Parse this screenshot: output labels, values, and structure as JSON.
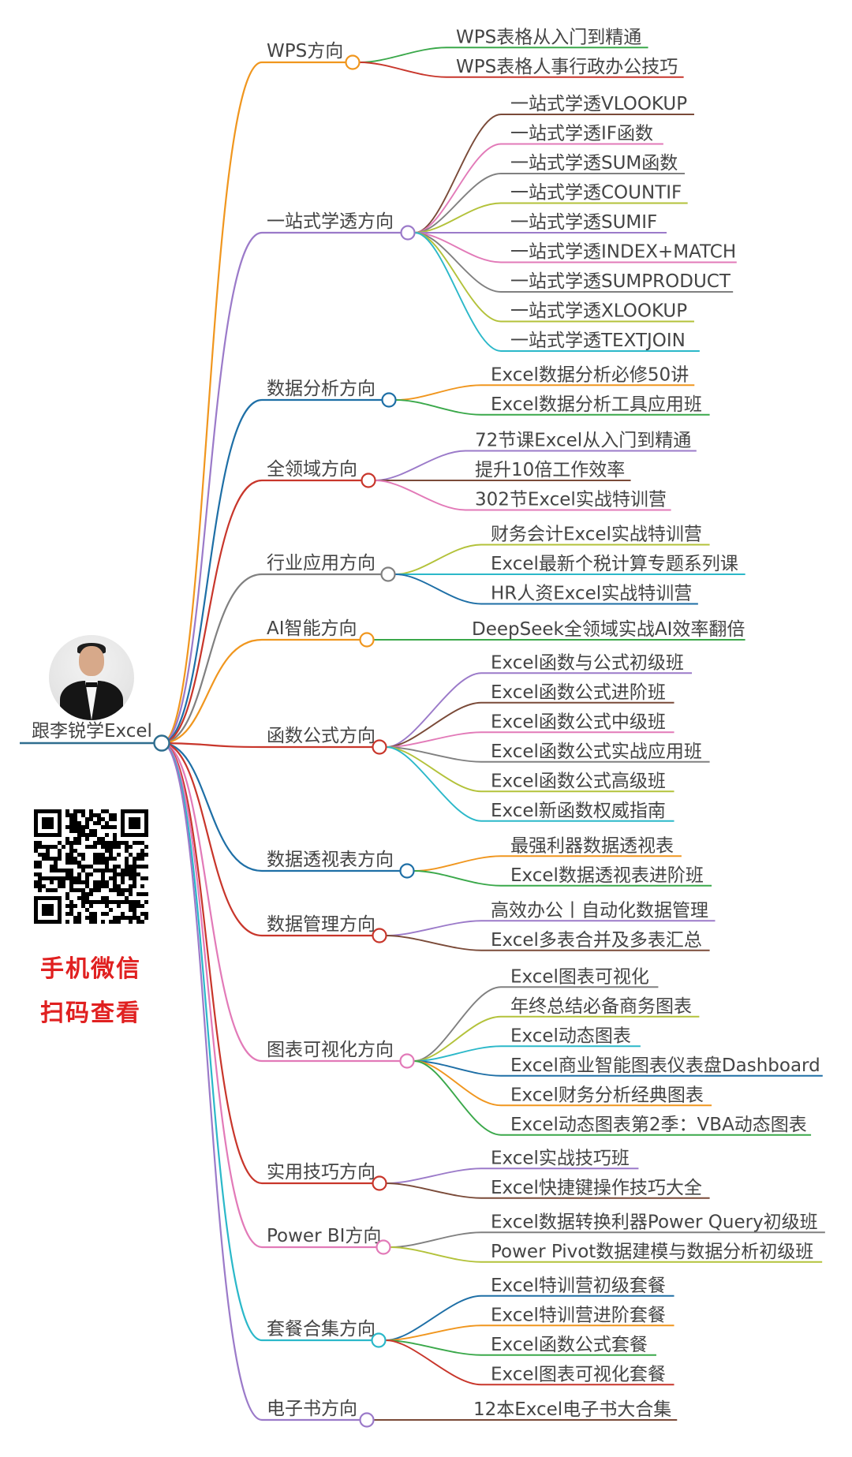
{
  "root": {
    "label": "跟李锐学Excel",
    "color": "#2f6e8f"
  },
  "side": {
    "scan_line1": "手机微信",
    "scan_line2": "扫码查看",
    "scan_color": "#e02020"
  },
  "categories": [
    {
      "label": "WPS方向",
      "color": "#f0961e",
      "items": [
        {
          "label": "WPS表格从入门到精通",
          "color": "#3aa84a"
        },
        {
          "label": "WPS表格人事行政办公技巧",
          "color": "#c8362b"
        }
      ]
    },
    {
      "label": "一站式学透方向",
      "color": "#9b7ac9",
      "items": [
        {
          "label": "一站式学透VLOOKUP",
          "color": "#7a4a38"
        },
        {
          "label": "一站式学透IF函数",
          "color": "#e27ab8"
        },
        {
          "label": "一站式学透SUM函数",
          "color": "#808080"
        },
        {
          "label": "一站式学透COUNTIF",
          "color": "#b3c23a"
        },
        {
          "label": "一站式学透SUMIF",
          "color": "#9b7ac9"
        },
        {
          "label": "一站式学透INDEX+MATCH",
          "color": "#e27ab8"
        },
        {
          "label": "一站式学透SUMPRODUCT",
          "color": "#808080"
        },
        {
          "label": "一站式学透XLOOKUP",
          "color": "#b3c23a"
        },
        {
          "label": "一站式学透TEXTJOIN",
          "color": "#2bb8c9"
        }
      ]
    },
    {
      "label": "数据分析方向",
      "color": "#1e6fa6",
      "items": [
        {
          "label": "Excel数据分析必修50讲",
          "color": "#f0961e"
        },
        {
          "label": "Excel数据分析工具应用班",
          "color": "#3aa84a"
        }
      ]
    },
    {
      "label": "全领域方向",
      "color": "#c8362b",
      "items": [
        {
          "label": "72节课Excel从入门到精通",
          "color": "#9b7ac9"
        },
        {
          "label": "提升10倍工作效率",
          "color": "#7a4a38"
        },
        {
          "label": "302节Excel实战特训营",
          "color": "#e27ab8"
        }
      ]
    },
    {
      "label": "行业应用方向",
      "color": "#808080",
      "items": [
        {
          "label": "财务会计Excel实战特训营",
          "color": "#b3c23a"
        },
        {
          "label": "Excel最新个税计算专题系列课",
          "color": "#2bb8c9"
        },
        {
          "label": "HR人资Excel实战特训营",
          "color": "#1e6fa6"
        }
      ]
    },
    {
      "label": "AI智能方向",
      "color": "#f0961e",
      "items": [
        {
          "label": "DeepSeek全领域实战AI效率翻倍",
          "color": "#3aa84a"
        }
      ]
    },
    {
      "label": "函数公式方向",
      "color": "#c8362b",
      "items": [
        {
          "label": "Excel函数与公式初级班",
          "color": "#9b7ac9"
        },
        {
          "label": "Excel函数公式进阶班",
          "color": "#7a4a38"
        },
        {
          "label": "Excel函数公式中级班",
          "color": "#e27ab8"
        },
        {
          "label": "Excel函数公式实战应用班",
          "color": "#808080"
        },
        {
          "label": "Excel函数公式高级班",
          "color": "#b3c23a"
        },
        {
          "label": "Excel新函数权威指南",
          "color": "#2bb8c9"
        }
      ]
    },
    {
      "label": "数据透视表方向",
      "color": "#1e6fa6",
      "items": [
        {
          "label": "最强利器数据透视表",
          "color": "#f0961e"
        },
        {
          "label": "Excel数据透视表进阶班",
          "color": "#3aa84a"
        }
      ]
    },
    {
      "label": "数据管理方向",
      "color": "#c8362b",
      "items": [
        {
          "label": "高效办公丨自动化数据管理",
          "color": "#9b7ac9"
        },
        {
          "label": "Excel多表合并及多表汇总",
          "color": "#7a4a38"
        }
      ]
    },
    {
      "label": "图表可视化方向",
      "color": "#e27ab8",
      "items": [
        {
          "label": "Excel图表可视化",
          "color": "#808080"
        },
        {
          "label": "年终总结必备商务图表",
          "color": "#b3c23a"
        },
        {
          "label": "Excel动态图表",
          "color": "#2bb8c9"
        },
        {
          "label": "Excel商业智能图表仪表盘Dashboard",
          "color": "#1e6fa6"
        },
        {
          "label": "Excel财务分析经典图表",
          "color": "#f0961e"
        },
        {
          "label": "Excel动态图表第2季：VBA动态图表",
          "color": "#3aa84a"
        }
      ]
    },
    {
      "label": "实用技巧方向",
      "color": "#c8362b",
      "items": [
        {
          "label": "Excel实战技巧班",
          "color": "#9b7ac9"
        },
        {
          "label": "Excel快捷键操作技巧大全",
          "color": "#7a4a38"
        }
      ]
    },
    {
      "label": "Power BI方向",
      "color": "#e27ab8",
      "items": [
        {
          "label": "Excel数据转换利器Power Query初级班",
          "color": "#808080"
        },
        {
          "label": "Power Pivot数据建模与数据分析初级班",
          "color": "#b3c23a"
        }
      ]
    },
    {
      "label": "套餐合集方向",
      "color": "#2bb8c9",
      "items": [
        {
          "label": "Excel特训营初级套餐",
          "color": "#1e6fa6"
        },
        {
          "label": "Excel特训营进阶套餐",
          "color": "#f0961e"
        },
        {
          "label": "Excel函数公式套餐",
          "color": "#3aa84a"
        },
        {
          "label": "Excel图表可视化套餐",
          "color": "#c8362b"
        }
      ]
    },
    {
      "label": "电子书方向",
      "color": "#9b7ac9",
      "items": [
        {
          "label": "12本Excel电子书大合集",
          "color": "#7a4a38"
        }
      ]
    }
  ]
}
